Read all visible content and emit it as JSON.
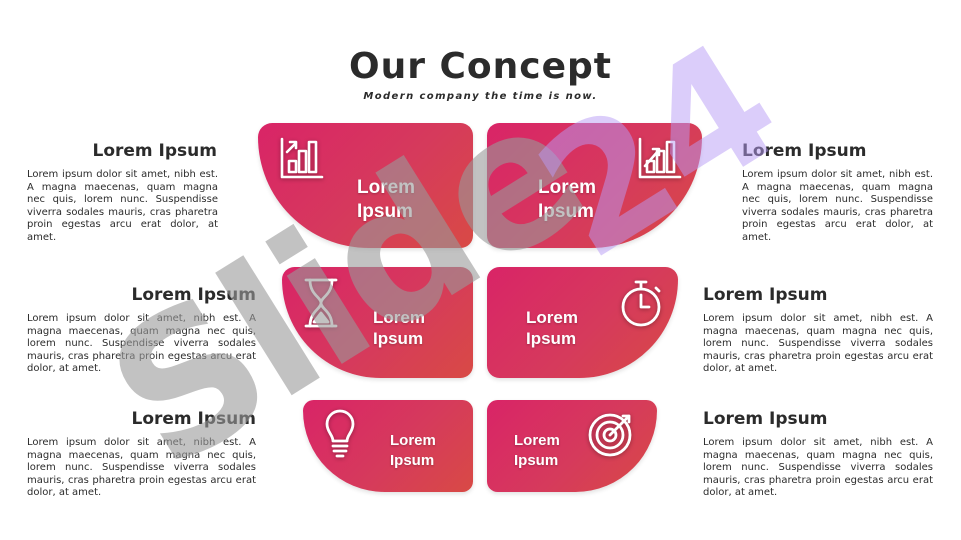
{
  "header": {
    "title": "Our Concept",
    "subtitle": "Modern company the time is now."
  },
  "petals": [
    {
      "line1": "Lorem",
      "line2": "Ipsum",
      "icon": "bar-chart-icon"
    },
    {
      "line1": "Lorem",
      "line2": "Ipsum",
      "icon": "bar-chart-icon"
    },
    {
      "line1": "Lorem",
      "line2": "Ipsum",
      "icon": "hourglass-icon"
    },
    {
      "line1": "Lorem",
      "line2": "Ipsum",
      "icon": "stopwatch-icon"
    },
    {
      "line1": "Lorem",
      "line2": "Ipsum",
      "icon": "lightbulb-icon"
    },
    {
      "line1": "Lorem",
      "line2": "Ipsum",
      "icon": "target-icon"
    }
  ],
  "blocks": [
    {
      "title": "Lorem Ipsum",
      "text": "Lorem ipsum dolor sit amet, nibh est. A magna maecenas, quam magna nec quis, lorem nunc. Suspendisse viverra sodales mauris, cras pharetra proin egestas arcu erat dolor, at amet."
    },
    {
      "title": "Lorem Ipsum",
      "text": "Lorem ipsum dolor sit amet, nibh est. A magna maecenas, quam magna nec quis, lorem nunc. Suspendisse viverra sodales mauris, cras pharetra proin egestas arcu erat dolor, at amet."
    },
    {
      "title": "Lorem Ipsum",
      "text": "Lorem ipsum dolor sit amet, nibh est. A magna maecenas, quam magna nec quis, lorem nunc. Suspendisse viverra sodales mauris, cras pharetra proin egestas arcu erat dolor, at amet."
    },
    {
      "title": "Lorem Ipsum",
      "text": "Lorem ipsum dolor sit amet, nibh est. A magna maecenas, quam magna nec quis, lorem nunc. Suspendisse viverra sodales mauris, cras pharetra proin egestas arcu erat dolor, at amet."
    },
    {
      "title": "Lorem Ipsum",
      "text": "Lorem ipsum dolor sit amet, nibh est. A magna maecenas, quam magna nec quis, lorem nunc. Suspendisse viverra sodales mauris, cras pharetra proin egestas arcu erat dolor, at amet."
    },
    {
      "title": "Lorem Ipsum",
      "text": "Lorem ipsum dolor sit amet, nibh est. A magna maecenas, quam magna nec quis, lorem nunc. Suspendisse viverra sodales mauris, cras pharetra proin egestas arcu erat dolor, at amet."
    }
  ],
  "watermark": {
    "gray": "Slide",
    "purple": "24"
  },
  "colors": {
    "accent": "#d8285f",
    "text": "#2b2b2b",
    "watermark_gray": "#9a9a9a",
    "watermark_purple": "#b79cf5"
  }
}
